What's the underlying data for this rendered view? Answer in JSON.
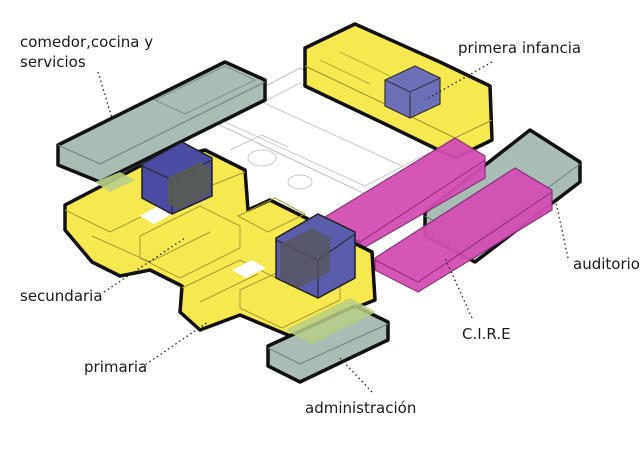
{
  "labels": {
    "comedor_line1": "comedor,cocina y",
    "comedor_line2": "servicios",
    "primera_infancia": "primera infancia",
    "auditorio": "auditorio",
    "secundaria": "secundaria",
    "cire": "C.I.R.E",
    "primaria": "primaria",
    "administracion": "administración"
  },
  "colors": {
    "comedor_services": "#a9bdb5",
    "classrooms": "#f5e94f",
    "cire": "#d24fb4",
    "vertical_circulation": "#4b4ba3",
    "administration": "#a9bdb5",
    "outline": "#111111",
    "court_lines": "#b5b5b5"
  }
}
